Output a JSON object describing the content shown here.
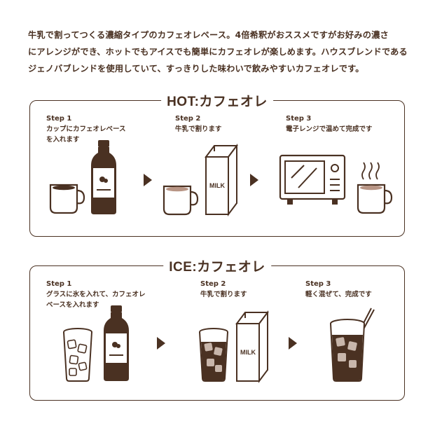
{
  "intro": {
    "line1": "牛乳で割ってつくる濃縮タイプのカフェオレベース。4倍希釈がおススメですがお好みの濃さ",
    "line2": "にアレンジができ、ホットでもアイスでも簡単にカフェオレが楽しめます。ハウスブレンドである",
    "line3": "ジェノバブレンドを使用していて、すっきりした味わいで飲みやすいカフェオレです。"
  },
  "hot": {
    "title": "HOT:カフェオレ",
    "steps": [
      {
        "num": "Step 1",
        "text": "カップにカフェオレベース\nを入れます"
      },
      {
        "num": "Step 2",
        "text": "牛乳で割ります"
      },
      {
        "num": "Step 3",
        "text": "電子レンジで温めて完成です"
      }
    ]
  },
  "ice": {
    "title": "ICE:カフェオレ",
    "steps": [
      {
        "num": "Step 1",
        "text": "グラスに氷を入れて、カフェオレ\nベースを入れます"
      },
      {
        "num": "Step 2",
        "text": "牛乳で割ります"
      },
      {
        "num": "Step 3",
        "text": "軽く混ぜて、完成です"
      }
    ]
  },
  "milk_label": "MILK",
  "colors": {
    "ink": "#4a3122",
    "coffee": "#4a3122",
    "latte": "#b89585",
    "bottle": "#4a3122"
  }
}
